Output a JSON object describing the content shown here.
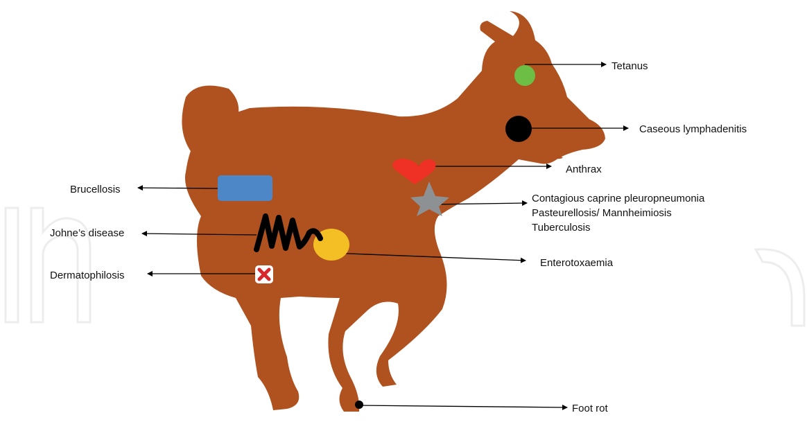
{
  "diagram": {
    "silhouette_color": "#B0521F",
    "watermark_color": "#EDEDED",
    "labels": {
      "tetanus": "Tetanus",
      "caseous": "Caseous lymphadenitis",
      "anthrax": "Anthrax",
      "respiratory": [
        "Contagious caprine pleuropneumonia",
        "Pasteurellosis/ Mannheimiosis",
        "Tuberculosis"
      ],
      "enterotoxaemia": "Enterotoxaemia",
      "brucellosis": "Brucellosis",
      "johnes": "Johne’s disease",
      "dermatophilosis": "Dermatophilosis",
      "foot_rot": "Foot rot"
    },
    "marker_colors": {
      "tetanus": "#6DBE45",
      "caseous": "#000000",
      "anthrax": "#EE3124",
      "respiratory": "#8E9194",
      "enterotoxaemia": "#F4BE25",
      "brucellosis": "#4D87C7",
      "johnes": "#000000",
      "dermatophilosis": "#D9262B",
      "foot_rot": "#000000"
    },
    "marker_icons": {
      "tetanus": "green-circle-icon",
      "caseous": "black-circle-icon",
      "anthrax": "heart-icon",
      "respiratory": "star-icon",
      "enterotoxaemia": "yellow-circle-icon",
      "brucellosis": "rectangle-icon",
      "johnes": "squiggle-icon",
      "dermatophilosis": "x-mark-icon",
      "foot_rot": "dot-icon"
    }
  }
}
